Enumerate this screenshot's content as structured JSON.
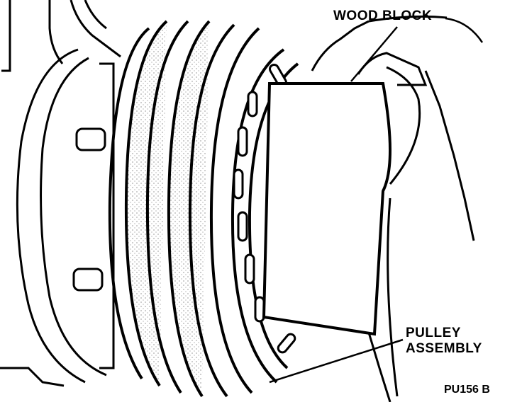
{
  "figure": {
    "labels": {
      "wood_block": "WOOD BLOCK",
      "pulley_line1": "PULLEY",
      "pulley_line2": "ASSEMBLY",
      "figure_code": "PU156 B"
    },
    "colors": {
      "ink": "#000000",
      "paper": "#ffffff",
      "stipple": "#555555"
    }
  }
}
